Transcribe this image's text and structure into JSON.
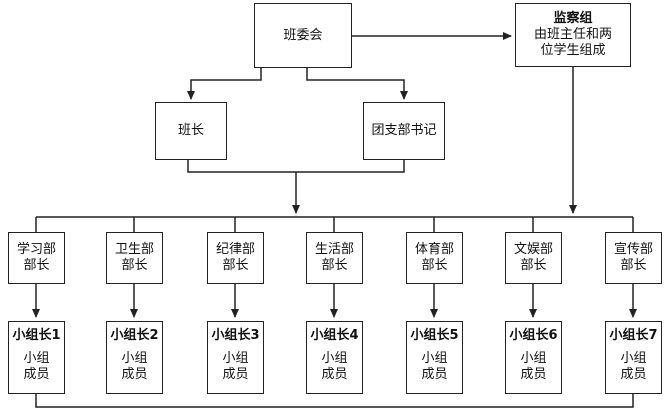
{
  "committee": "班委会",
  "supervision": {
    "title": "监察组",
    "desc": "由班主任和两位学生组成"
  },
  "monitor": "班长",
  "league_secretary": "团支部书记",
  "departments": [
    "学习部部长",
    "卫生部部长",
    "纪律部部长",
    "生活部部长",
    "体育部部长",
    "文娱部部长",
    "宣传部部长"
  ],
  "group_leaders": [
    "小组长1",
    "小组长2",
    "小组长3",
    "小组长4",
    "小组长5",
    "小组长6",
    "小组长7"
  ],
  "group_members": "小组成员"
}
